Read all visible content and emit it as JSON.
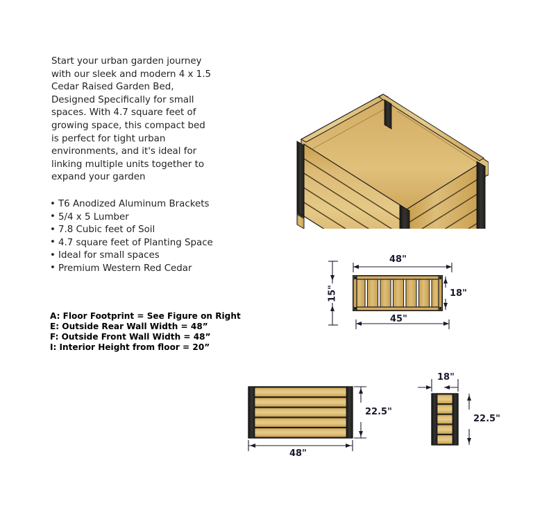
{
  "product": {
    "description": "Start your urban garden journey\nwith our sleek and modern 4 x 1.5\nCedar Raised Garden Bed,\nDesigned Specifically for small\nspaces. With 4.7 square feet of\ngrowing space, this compact bed\nis perfect for tight urban\nenvironments, and it's ideal for\nlinking multiple units together to\nexpand your garden",
    "features": [
      "T6 Anodized Aluminum Brackets",
      "5/4 x 5 Lumber",
      "7.8 Cubic feet of Soil",
      "4.7 square feet of Planting Space",
      "Ideal for small spaces",
      "Premium Western Red Cedar"
    ],
    "bullet_glyph": "•",
    "specs": [
      "A: Floor Footprint = See Figure on Right",
      "E: Outside Rear Wall Width = 48”",
      "F: Outside Front Wall Width = 48”",
      "I: Interior Height from floor = 20”"
    ]
  },
  "views": {
    "isometric": {
      "name": "isometric-planter-view",
      "board_rows": 5,
      "brackets": 4
    },
    "plan": {
      "name": "plan-floor-view",
      "floor_slats": 7,
      "dims": {
        "top_width": "48\"",
        "bottom_width": "45\"",
        "left_depth": "15\"",
        "right_depth": "18\""
      }
    },
    "front": {
      "name": "front-elevation-view",
      "board_rows": 5,
      "dims": {
        "width": "48\"",
        "height": "22.5\""
      }
    },
    "side": {
      "name": "side-elevation-view",
      "board_rows": 5,
      "dims": {
        "width": "18\"",
        "height": "22.5\""
      }
    }
  },
  "colors": {
    "wood_light": "#e3c583",
    "wood_mid": "#d9b671",
    "wood_dark": "#c99f4f",
    "bracket": "#23231f",
    "outline": "#1a1a1a",
    "dim_line": "#1b1b2f",
    "text": "#231f20",
    "background": "#ffffff"
  }
}
